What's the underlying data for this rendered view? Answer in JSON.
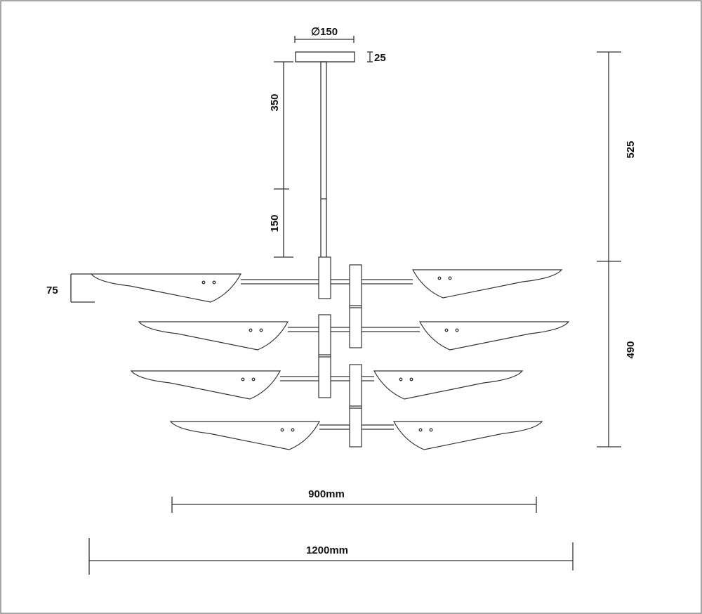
{
  "drawing": {
    "canopy_diameter": "∅150",
    "canopy_height": "25",
    "rod_upper": "350",
    "rod_lower": "150",
    "shade_height": "75",
    "top_height": "525",
    "body_height": "490",
    "inner_width": "900mm",
    "overall_width": "1200mm"
  }
}
